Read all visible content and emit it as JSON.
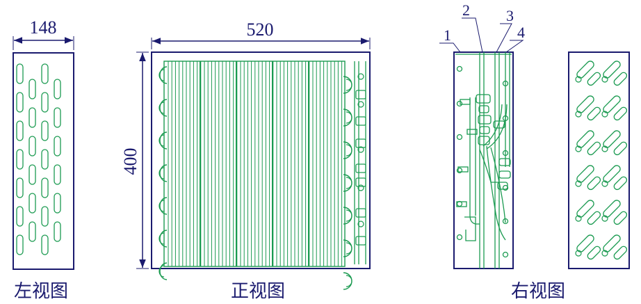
{
  "dimensions": {
    "width_label": "148",
    "length_label": "520",
    "height_label": "400"
  },
  "callouts": [
    "1",
    "2",
    "3",
    "4"
  ],
  "captions": {
    "left": "左视图",
    "front": "正视图",
    "right": "右视图"
  },
  "colors": {
    "outline": "#1a1a6e",
    "tubes": "#1a9a50"
  }
}
